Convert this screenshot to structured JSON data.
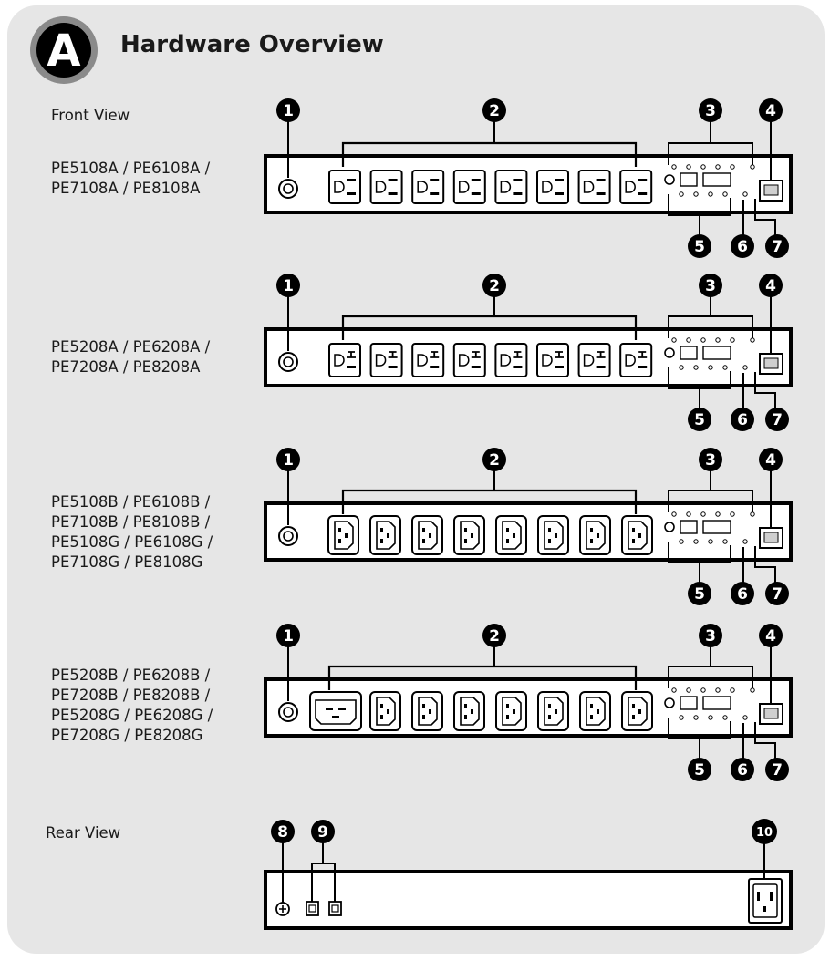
{
  "header": {
    "badge_letter": "A",
    "title": "Hardware Overview"
  },
  "labels": {
    "front_view": "Front View",
    "rear_view": "Rear View"
  },
  "front_units": [
    {
      "models": [
        "PE5108A / PE6108A /",
        "PE7108A / PE8108A"
      ],
      "outlet_type": "nema"
    },
    {
      "models": [
        "PE5208A / PE6208A /",
        "PE7208A / PE8208A"
      ],
      "outlet_type": "nema-t"
    },
    {
      "models": [
        "PE5108B / PE6108B /",
        "PE7108B / PE8108B /",
        "PE5108G / PE6108G /",
        "PE7108G / PE8108G"
      ],
      "outlet_type": "iec-c13"
    },
    {
      "models": [
        "PE5208B / PE6208B /",
        "PE7208B /  PE8208B /",
        "PE5208G / PE6208G /",
        "PE7208G / PE8208G"
      ],
      "outlet_type": "iec-c19-c13"
    }
  ],
  "callouts": {
    "front": [
      "1",
      "2",
      "3",
      "4",
      "5",
      "6",
      "7"
    ],
    "rear": [
      "8",
      "9",
      "10"
    ]
  },
  "colors": {
    "panel_bg": "#e6e6e6",
    "frame": "#000000",
    "badge_ring": "#8a8a8a",
    "callout_fill": "#000000",
    "callout_text": "#ffffff"
  }
}
